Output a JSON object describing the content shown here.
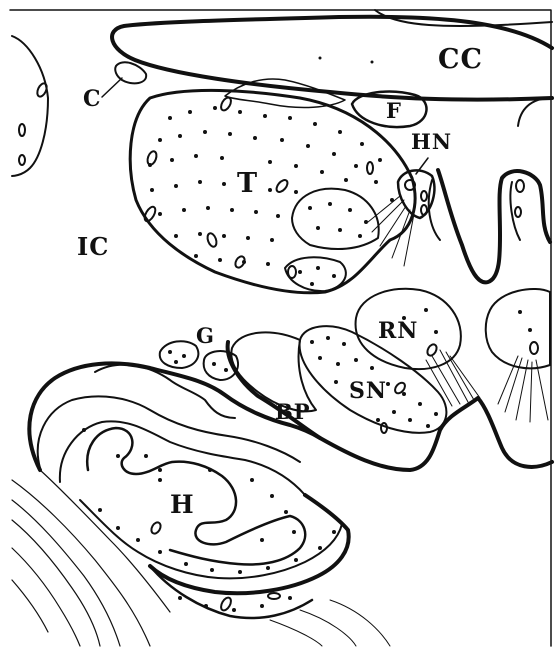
{
  "figure": {
    "ink_color": "#111111",
    "background": "#ffffff",
    "regions": [
      {
        "key": "cc",
        "label": "CC"
      },
      {
        "key": "c",
        "label": "C"
      },
      {
        "key": "f",
        "label": "F"
      },
      {
        "key": "hn",
        "label": "HN"
      },
      {
        "key": "t",
        "label": "T"
      },
      {
        "key": "ic",
        "label": "IC"
      },
      {
        "key": "rn",
        "label": "RN"
      },
      {
        "key": "g",
        "label": "G"
      },
      {
        "key": "sn",
        "label": "SN"
      },
      {
        "key": "bp",
        "label": "BP"
      },
      {
        "key": "h",
        "label": "H"
      }
    ]
  }
}
